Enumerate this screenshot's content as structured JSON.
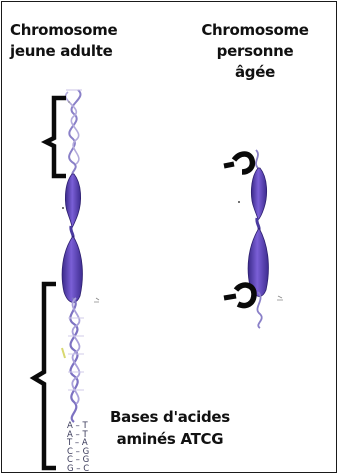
{
  "titles": {
    "young_line1": "Chromosome",
    "young_line2": "jeune adulte",
    "old_line1": "Chromosome",
    "old_line2": "personne",
    "old_line3": "âgée"
  },
  "bases_label": {
    "line1": "Bases d'acides",
    "line2": "aminés ATCG"
  },
  "base_pairs": [
    "A – T",
    "A – T",
    "T – A",
    "C – G",
    "C – G",
    "G – C"
  ],
  "colors": {
    "chromosome": "#5a3fb5",
    "chromosome_light": "#8f7ad6",
    "bracket": "#0a0a0a",
    "dna": "#7a6fc0"
  },
  "icons": [
    "telomere-bracket-icon",
    "chromosome-icon",
    "dna-helix-icon"
  ]
}
